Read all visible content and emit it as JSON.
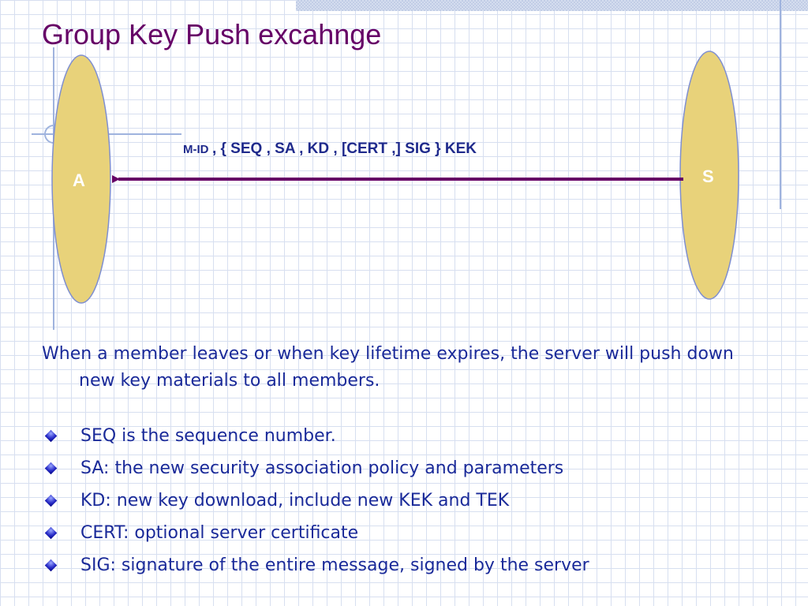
{
  "slide": {
    "title": "Group Key Push excahnge"
  },
  "diagram": {
    "left_party": "A",
    "right_party": "S",
    "message_id": "M-ID",
    "message_body": ", { SEQ , SA , KD , [CERT ,] SIG } KEK"
  },
  "body": {
    "paragraph": "When a member leaves or when key lifetime expires, the server will push down new key materials to all members.",
    "bullets": [
      "SEQ is the sequence number.",
      "SA: the new security association policy and parameters",
      "KD: new key download, include new KEK and TEK",
      "CERT: optional server certificate",
      "SIG: signature of the entire message, signed by the server"
    ]
  },
  "colors": {
    "title": "#660066",
    "body_text": "#1a2a99",
    "ellipse_fill": "#e8d27a",
    "ellipse_stroke": "#7f8fd0",
    "arrow": "#660066"
  }
}
